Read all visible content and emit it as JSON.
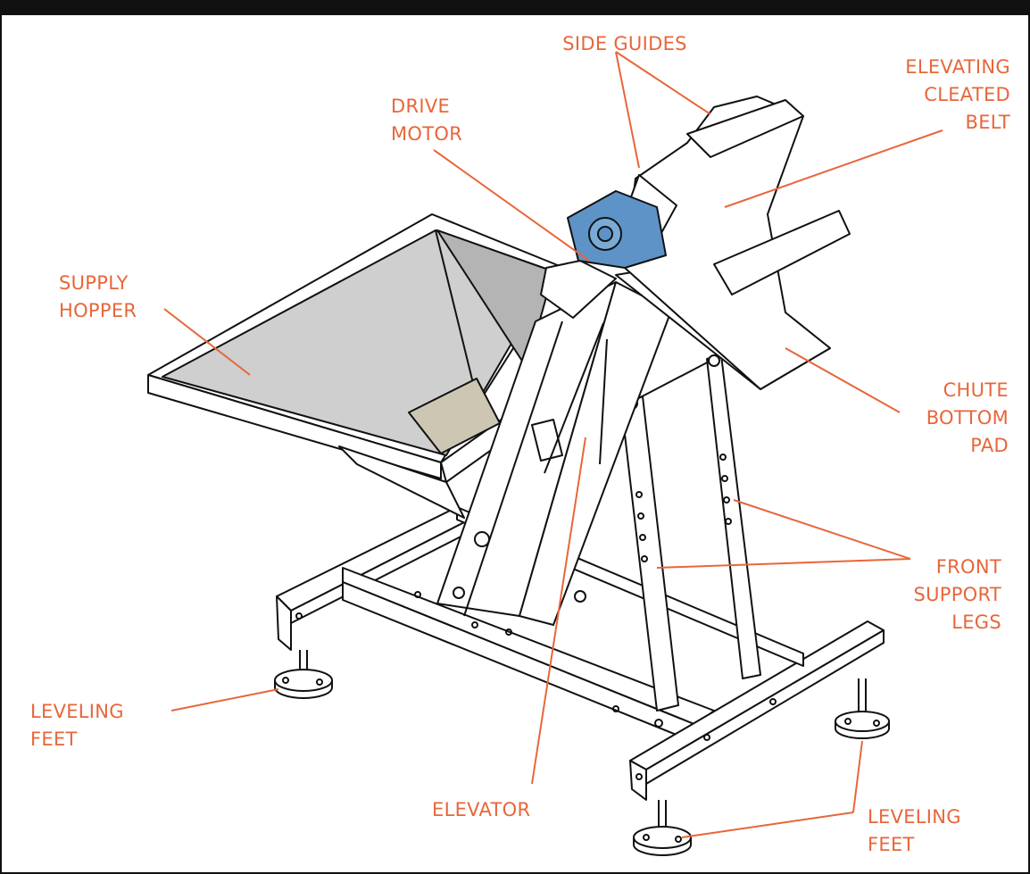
{
  "colors": {
    "label": "#e8663a",
    "frame": "#111111",
    "hopper_fill": "#cfcfcf",
    "hopper_shadow": "#b4b4b4",
    "pad_fill": "#cdc6b3",
    "motor": "#5e93c8"
  },
  "labels": {
    "side_guides": [
      "SIDE GUIDES"
    ],
    "elevating_belt": [
      "ELEVATING",
      "CLEATED",
      "BELT"
    ],
    "drive_motor": [
      "DRIVE",
      "MOTOR"
    ],
    "supply_hopper": [
      "SUPPLY",
      "HOPPER"
    ],
    "chute_pad": [
      "CHUTE",
      "BOTTOM",
      "PAD"
    ],
    "front_legs": [
      "FRONT",
      "SUPPORT",
      "LEGS"
    ],
    "leveling_feet_left": [
      "LEVELING",
      "FEET"
    ],
    "leveling_feet_right": [
      "LEVELING",
      "FEET"
    ],
    "elevator": [
      "ELEVATOR"
    ]
  }
}
